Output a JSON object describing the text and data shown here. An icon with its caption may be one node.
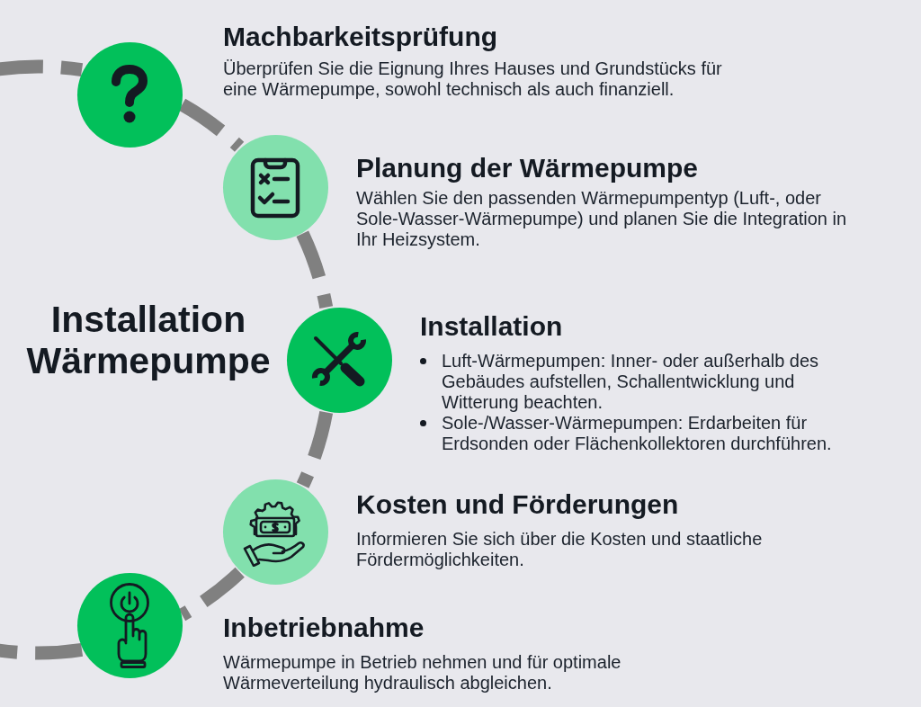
{
  "diagram": {
    "title": "Installation Wärmepumpe",
    "nodes": [
      {
        "text": [
          "Machbarkeitsprüfung",
          "Überprüfen Sie die Eignung Ihres Hauses und Grundstücks für eine Wärmepumpe, sowohl technisch als auch finanziell."
        ]
      },
      {
        "text": [
          "Planung der Wärmepumpe",
          "Wählen Sie den passenden Wärmepumpentyp (Luft-, oder Sole-Wasser-Wärmepumpe) und planen Sie die Integration in Ihr Heizsystem."
        ]
      },
      {
        "text": [
          "Installation",
          "Luft-Wärmepumpen: Inner- oder außerhalb des Gebäudes aufstellen, Schallentwicklung und Witterung beachten.",
          "Sole-/Wasser-Wärmepumpen: Erdarbeiten für Erdsonden oder Flächenkollektoren durchführen."
        ]
      },
      {
        "text": [
          "Kosten und Förderungen",
          "Informieren Sie sich über die Kosten und staatliche Fördermöglichkeiten."
        ]
      },
      {
        "text": [
          "Inbetriebnahme",
          "Wärmepumpe in Betrieb nehmen und für optimale Wärmeverteilung hydraulisch abgleichen."
        ]
      }
    ],
    "edges": [
      {
        "from": null,
        "to": 0,
        "arrow": "none",
        "style": "dashed"
      },
      {
        "from": 0,
        "to": 1,
        "arrow": "none",
        "style": "dashed"
      },
      {
        "from": 1,
        "to": 2,
        "arrow": "none",
        "style": "dashed"
      },
      {
        "from": 2,
        "to": 3,
        "arrow": "none",
        "style": "dashed"
      },
      {
        "from": 3,
        "to": 4,
        "arrow": "none",
        "style": "dashed"
      },
      {
        "from": 4,
        "to": null,
        "arrow": "none",
        "style": "dashed"
      }
    ]
  }
}
